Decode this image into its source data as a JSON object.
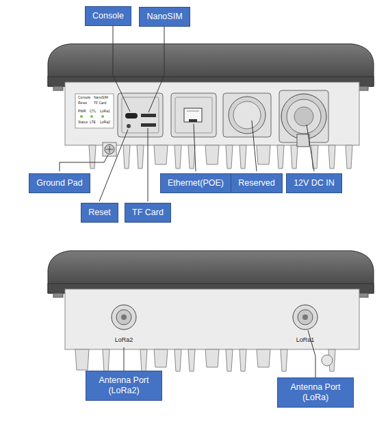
{
  "diagram": {
    "nodes": [
      {
        "text": [
          "Console"
        ]
      },
      {
        "text": [
          "NanoSIM"
        ]
      },
      {
        "text": [
          "Ground Pad"
        ]
      },
      {
        "text": [
          "Reset"
        ]
      },
      {
        "text": [
          "TF Card"
        ]
      },
      {
        "text": [
          "Ethernet(POE)"
        ]
      },
      {
        "text": [
          "Reserved"
        ]
      },
      {
        "text": [
          "12V DC IN"
        ]
      },
      {
        "text": [
          "Antenna Port (LoRa2)"
        ]
      },
      {
        "text": [
          "Antenna Port (LoRa)"
        ]
      }
    ],
    "edges": [],
    "labels": [
      "Console",
      "NanoSIM",
      "Reset",
      "TF Card",
      "PWR",
      "CTL",
      "LoRa1",
      "Status",
      "LTE",
      "LoRa2",
      "LoRa2",
      "LoRa1"
    ]
  }
}
